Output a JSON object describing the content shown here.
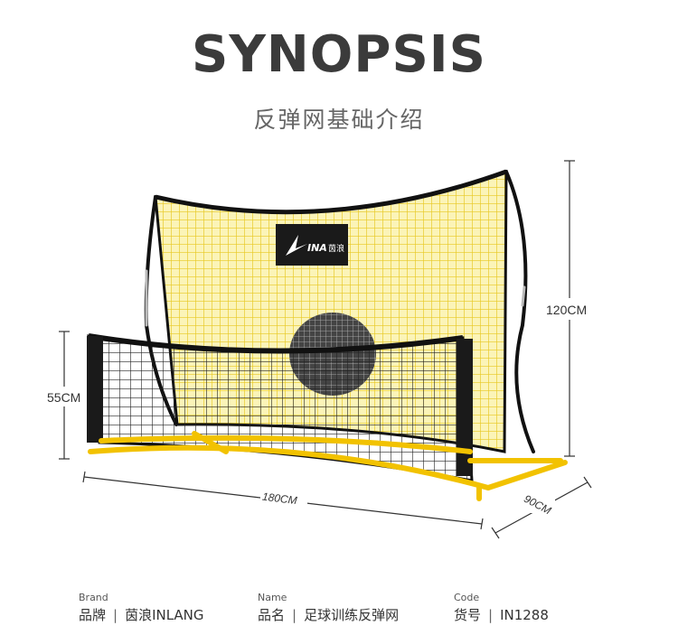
{
  "heading": {
    "title": "SYNOPSIS",
    "subtitle": "反弹网基础介绍"
  },
  "product": {
    "logo_text": "INA",
    "logo_cn": "茵浪",
    "dimensions": {
      "height_large": "120CM",
      "height_small": "55CM",
      "width": "180CM",
      "depth": "90CM"
    }
  },
  "info": {
    "brand": {
      "label": "Brand",
      "key": "品牌",
      "sep": "|",
      "value": "茵浪INLANG"
    },
    "name": {
      "label": "Name",
      "key": "品名",
      "sep": "|",
      "value": "足球训练反弹网"
    },
    "code": {
      "label": "Code",
      "key": "货号",
      "sep": "|",
      "value": "IN1288"
    }
  },
  "colors": {
    "net_yellow": "#f3e04a",
    "frame_black": "#1a1a1a",
    "frame_yellow": "#f2c200"
  }
}
